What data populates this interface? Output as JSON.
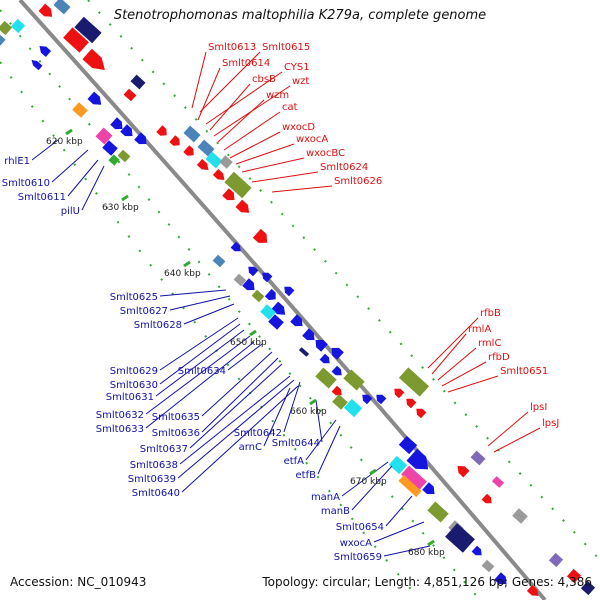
{
  "title": "Stenotrophomonas maltophilia K279a, complete genome",
  "accession_text": "Accession: NC_010943",
  "summary_text": "Topology: circular; Length: 4,851,126 bp; Genes: 4,386",
  "colors": {
    "red": "#ee1111",
    "blue": "#1515dd",
    "navy": "#1a1a6e",
    "steel": "#4a84b8",
    "olive": "#7c9a30",
    "cyan": "#22e0ee",
    "pink": "#ee44aa",
    "orange": "#ff9922",
    "purple": "#7e6ab8",
    "gray": "#9a9a9a",
    "green_tick": "#33aa33",
    "backbone": "#8a8a8a",
    "red_label": "#dd1111",
    "blue_label": "#1111aa"
  },
  "kbp_ticks": [
    "620 kbp",
    "630 kbp",
    "640 kbp",
    "650 kbp",
    "660 kbp",
    "670 kbp",
    "680 kbp"
  ],
  "red_labels": [
    "Smlt0613",
    "Smlt0615",
    "Smlt0614",
    "CYS1",
    "cbsB",
    "wzt",
    "wzm",
    "cat",
    "wxocD",
    "wxocA",
    "wxocBC",
    "Smlt0624",
    "Smlt0626",
    "rfbB",
    "rmlA",
    "rmlC",
    "rfbD",
    "Smlt0651",
    "lpsI",
    "lpsJ"
  ],
  "blue_labels": [
    "rhlE1",
    "Smlt0610",
    "Smlt0611",
    "pilU",
    "Smlt0625",
    "Smlt0627",
    "Smlt0628",
    "Smlt0629",
    "Smlt0634",
    "Smlt0630",
    "Smlt0631",
    "Smlt0632",
    "Smlt0635",
    "Smlt0633",
    "Smlt0636",
    "Smlt0637",
    "Smlt0642",
    "arnC",
    "Smlt0644",
    "Smlt0638",
    "Smlt0639",
    "Smlt0640",
    "etfA",
    "etfB",
    "manA",
    "manB",
    "Smlt0654",
    "wxocA",
    "Smlt0659"
  ]
}
